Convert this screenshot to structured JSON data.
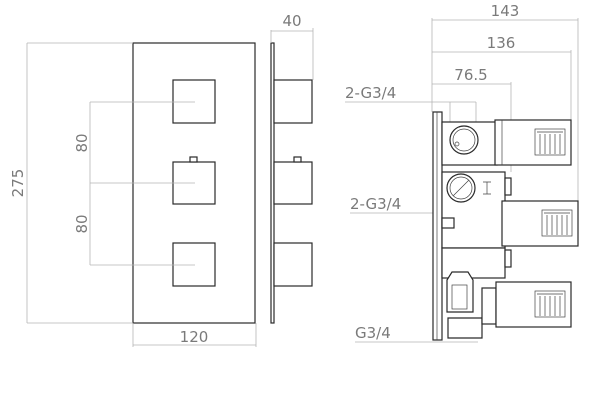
{
  "title": "Thermostatic concealed valve dimension drawing",
  "front_view": {
    "width": "120",
    "height": "275",
    "spacing_top": "80",
    "spacing_bottom": "80"
  },
  "side_view": {
    "depth": "40"
  },
  "section_view": {
    "overall_depth": "143",
    "handle_depth": "136",
    "outlet_offset": "76.5",
    "outlet_top": "2-G3/4",
    "outlet_middle": "2-G3/4",
    "inlet_bottom": "G3/4"
  },
  "colors": {
    "line": "#2a2a2a",
    "dimension": "#b5b5b5",
    "label": "#7a7a7a"
  }
}
